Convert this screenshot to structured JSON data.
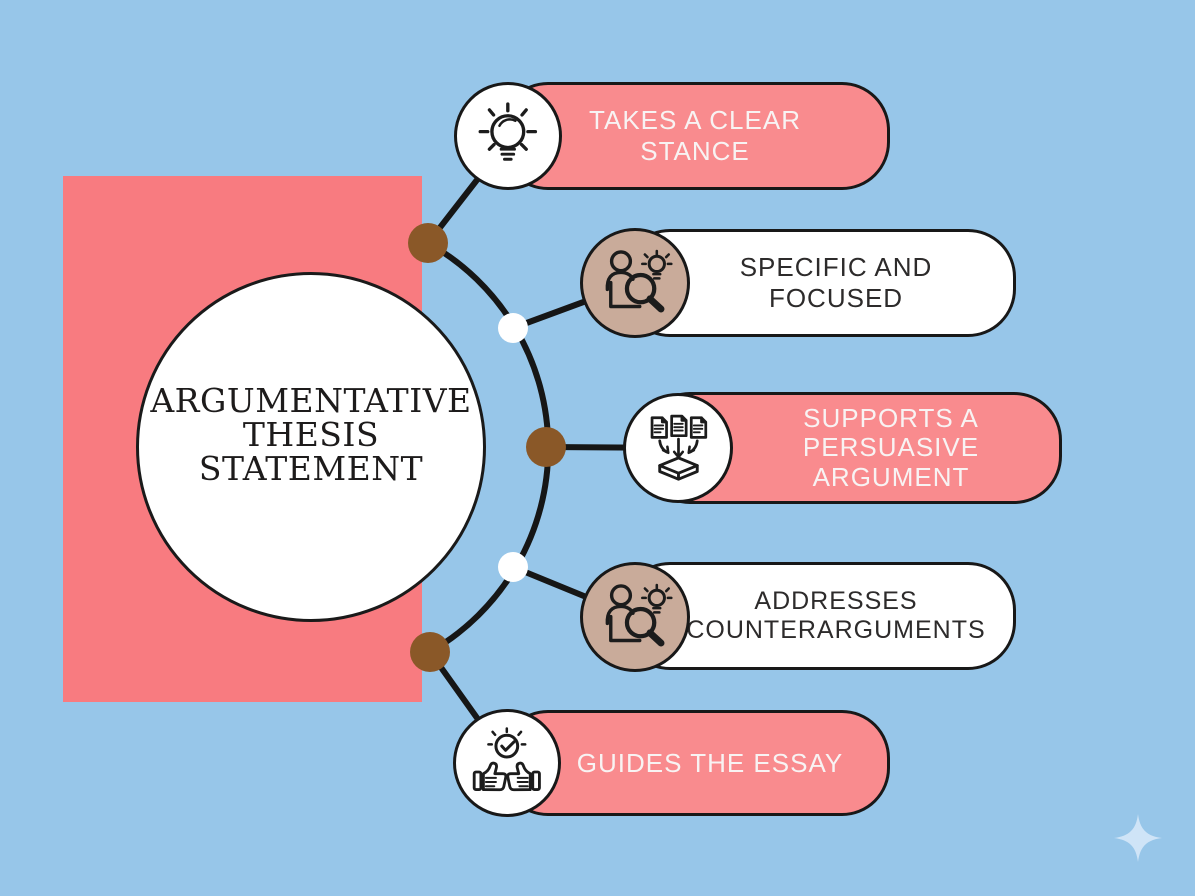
{
  "title": "Argumentative Thesis Statement infographic",
  "center": {
    "title": "ARGUMENTATIVE THESIS STATEMENT",
    "title_lines": [
      "ARGUMENTATIVE",
      "THESIS",
      "STATEMENT"
    ]
  },
  "branches": [
    {
      "label": "TAKES A CLEAR STANCE",
      "lines": [
        "TAKES A CLEAR",
        "STANCE"
      ],
      "pill_style": "pink",
      "icon": "lightbulb-icon",
      "icon_bg": "#ffffff"
    },
    {
      "label": "SPECIFIC AND FOCUSED",
      "lines": [
        "SPECIFIC AND",
        "FOCUSED"
      ],
      "pill_style": "white",
      "icon": "person-magnifier-idea-icon",
      "icon_bg": "#c9ab9a"
    },
    {
      "label": "SUPPORTS A PERSUASIVE ARGUMENT",
      "lines": [
        "SUPPORTS A",
        "PERSUASIVE",
        "ARGUMENT"
      ],
      "pill_style": "pink",
      "icon": "documents-to-box-icon",
      "icon_bg": "#ffffff"
    },
    {
      "label": "ADDRESSES COUNTERARGUMENTS",
      "lines": [
        "ADDRESSES",
        "COUNTERARGUMENTS"
      ],
      "pill_style": "white",
      "icon": "person-magnifier-idea-icon",
      "icon_bg": "#c9ab9a"
    },
    {
      "label": "GUIDES THE ESSAY",
      "lines": [
        "GUIDES THE ESSAY"
      ],
      "pill_style": "pink",
      "icon": "thumbs-up-check-icon",
      "icon_bg": "#ffffff"
    }
  ],
  "colors": {
    "background": "#97c6e9",
    "panel_pink": "#f87b80",
    "pill_pink": "#f98b8e",
    "pill_white": "#ffffff",
    "pill_text_light": "#f8f3f3",
    "pill_text_dark": "#2d2b2b",
    "icon_tan": "#c9ab9a",
    "node_brown": "#8a5828",
    "node_white": "#ffffff",
    "line_black": "#161616",
    "sparkle_blue": "#cfe4f7"
  }
}
